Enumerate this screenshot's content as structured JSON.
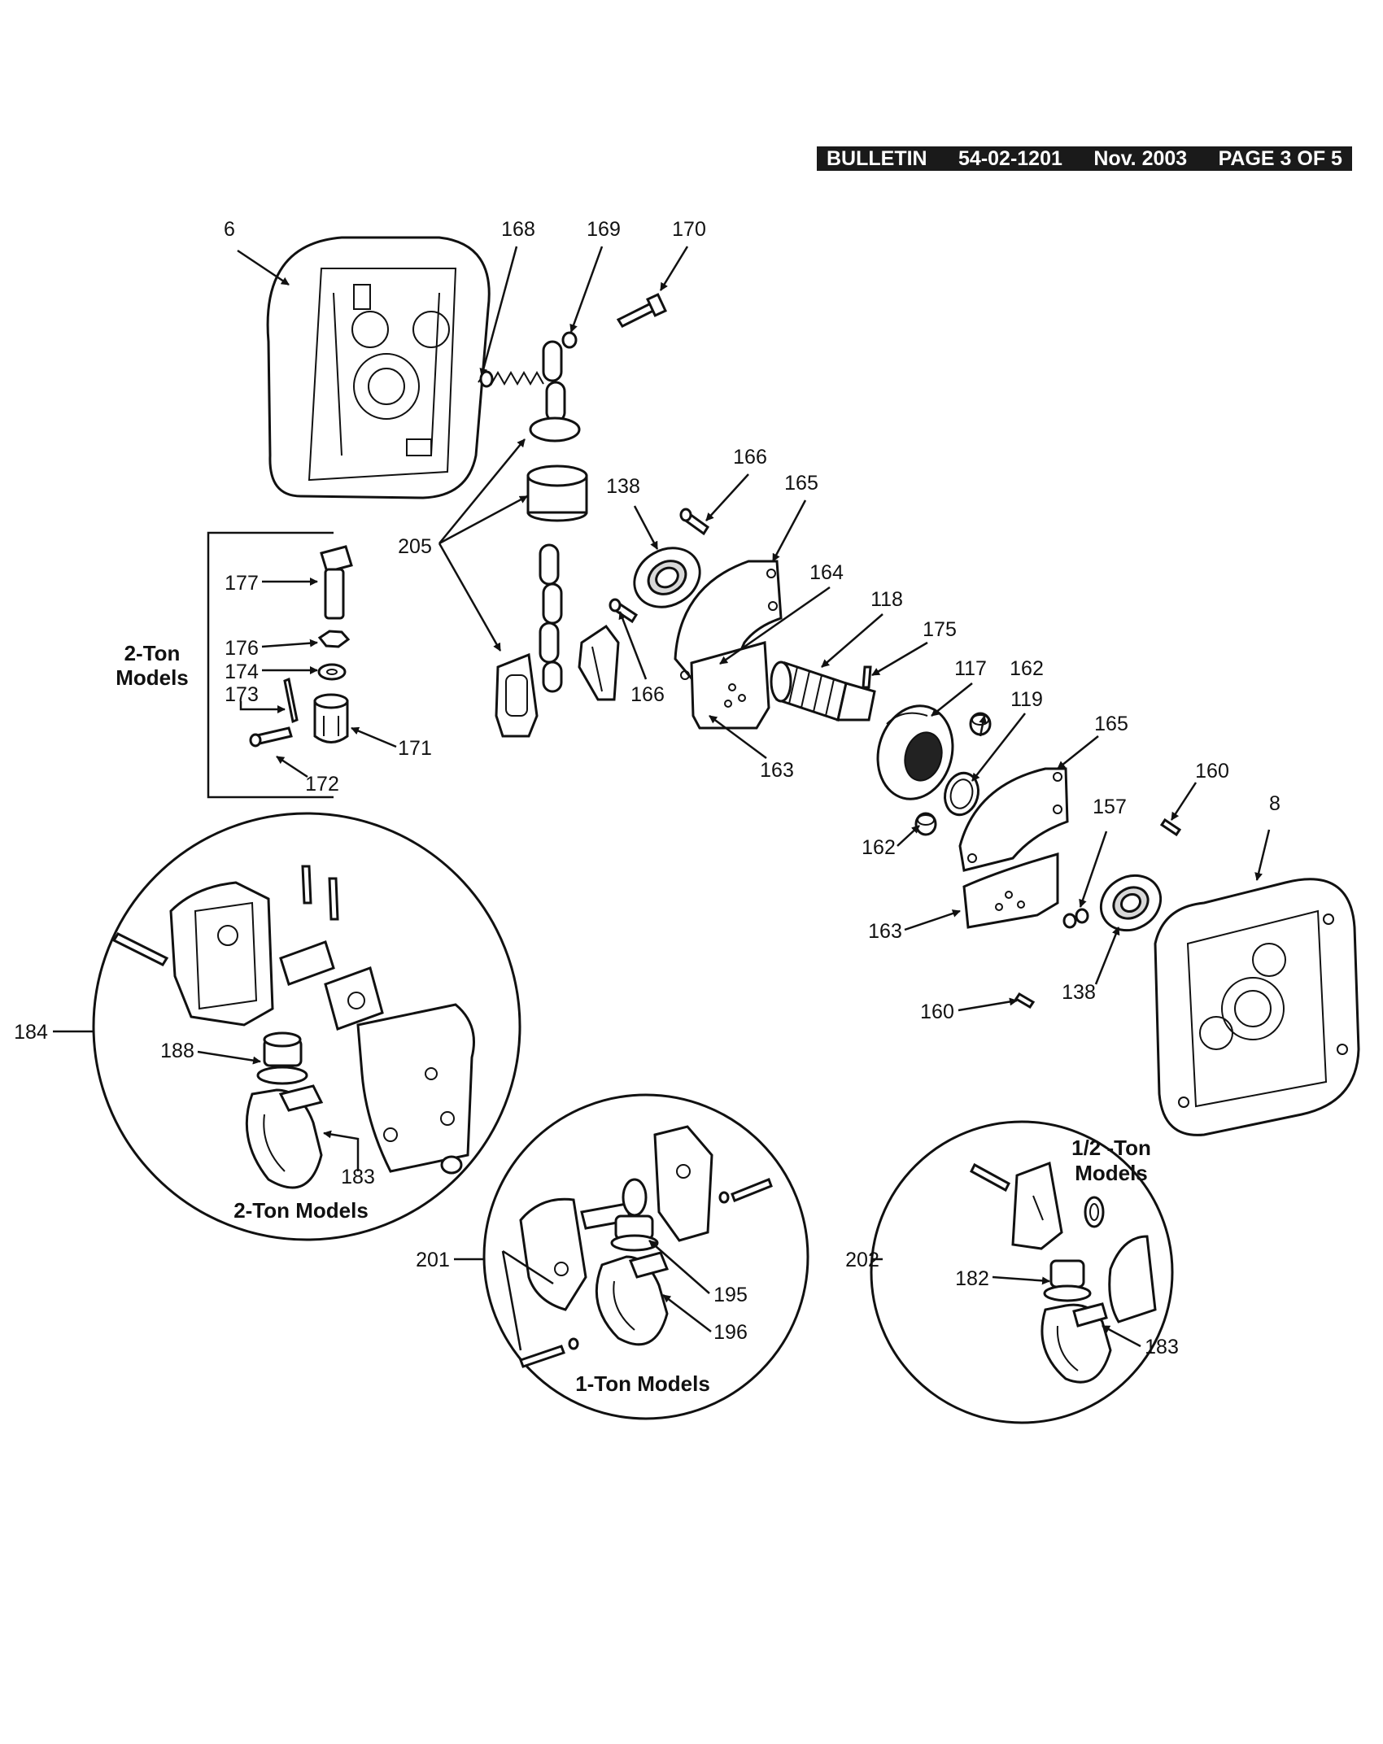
{
  "header": {
    "bulletin_label": "BULLETIN",
    "bulletin_number": "54-02-1201",
    "date": "Nov. 2003",
    "page": "PAGE 3 OF 5"
  },
  "callouts": {
    "c6": "6",
    "c168": "168",
    "c169": "169",
    "c170": "170",
    "c166a": "166",
    "c166b": "166",
    "c165a": "165",
    "c165b": "165",
    "c138a": "138",
    "c138b": "138",
    "c164": "164",
    "c118": "118",
    "c175": "175",
    "c117": "117",
    "c162a": "162",
    "c162b": "162",
    "c119": "119",
    "c160a": "160",
    "c160b": "160",
    "c8": "8",
    "c157": "157",
    "c163a": "163",
    "c163b": "163",
    "c205": "205",
    "c177": "177",
    "c176": "176",
    "c174": "174",
    "c173": "173",
    "c171": "171",
    "c172": "172",
    "c184": "184",
    "c188": "188",
    "c183a": "183",
    "c183b": "183",
    "c201": "201",
    "c195": "195",
    "c196": "196",
    "c202": "202",
    "c182": "182"
  },
  "group_labels": {
    "two_ton_line1": "2-Ton",
    "two_ton_line2": "Models",
    "two_ton_detail": "2-Ton Models",
    "one_ton_detail": "1-Ton Models",
    "half_ton_line1": "1/2 -Ton",
    "half_ton_line2": "Models"
  }
}
